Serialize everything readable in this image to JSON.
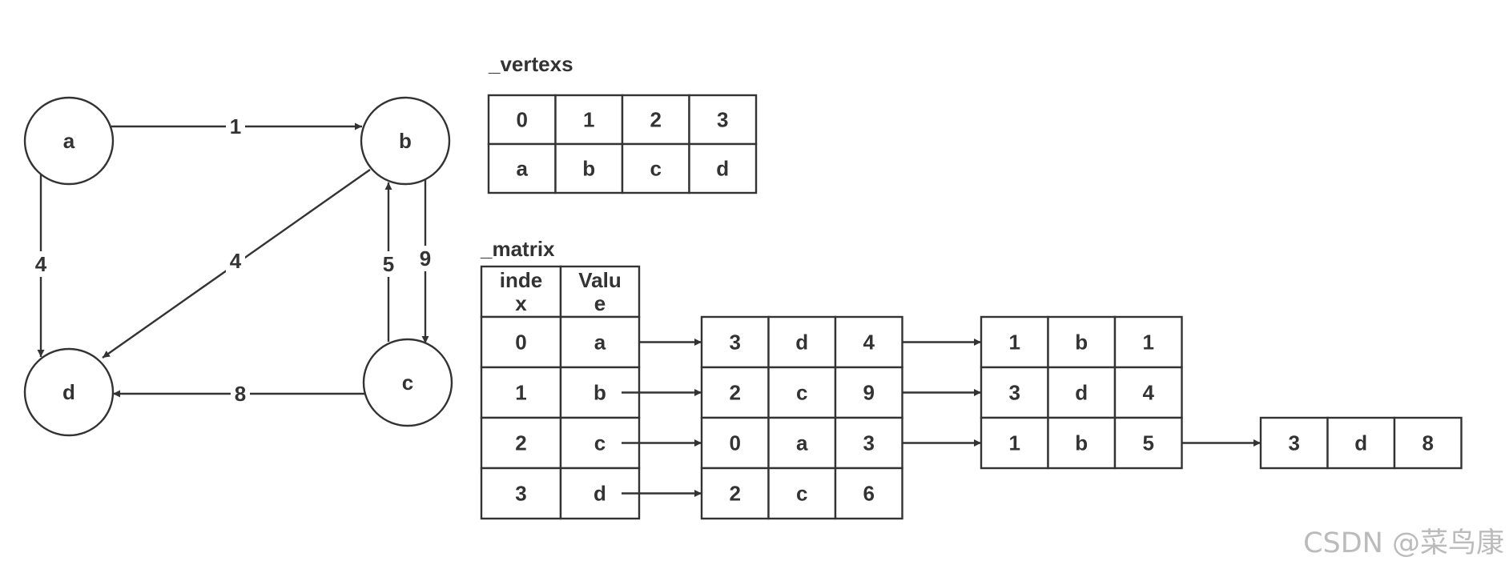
{
  "graph": {
    "nodes": [
      {
        "id": "a",
        "label": "a"
      },
      {
        "id": "b",
        "label": "b"
      },
      {
        "id": "c",
        "label": "c"
      },
      {
        "id": "d",
        "label": "d"
      }
    ],
    "edges": [
      {
        "from": "a",
        "to": "b",
        "weight": "1"
      },
      {
        "from": "a",
        "to": "d",
        "weight": "4"
      },
      {
        "from": "b",
        "to": "d",
        "weight": "4"
      },
      {
        "from": "b",
        "to": "c",
        "weight": "9"
      },
      {
        "from": "c",
        "to": "b",
        "weight": "5"
      },
      {
        "from": "c",
        "to": "d",
        "weight": "8"
      }
    ]
  },
  "vertexs": {
    "title": "_vertexs",
    "indices": [
      "0",
      "1",
      "2",
      "3"
    ],
    "values": [
      "a",
      "b",
      "c",
      "d"
    ]
  },
  "matrix": {
    "title": "_matrix",
    "header": [
      "inde\nx",
      "Valu\ne"
    ],
    "rows": [
      {
        "index": "0",
        "value": "a",
        "chain": [
          [
            "3",
            "d",
            "4"
          ],
          [
            "1",
            "b",
            "1"
          ]
        ]
      },
      {
        "index": "1",
        "value": "b",
        "chain": [
          [
            "2",
            "c",
            "9"
          ],
          [
            "3",
            "d",
            "4"
          ]
        ]
      },
      {
        "index": "2",
        "value": "c",
        "chain": [
          [
            "0",
            "a",
            "3"
          ],
          [
            "1",
            "b",
            "5"
          ],
          [
            "3",
            "d",
            "8"
          ]
        ]
      },
      {
        "index": "3",
        "value": "d",
        "chain": [
          [
            "2",
            "c",
            "6"
          ]
        ]
      }
    ]
  },
  "watermark": "CSDN @菜鸟康"
}
